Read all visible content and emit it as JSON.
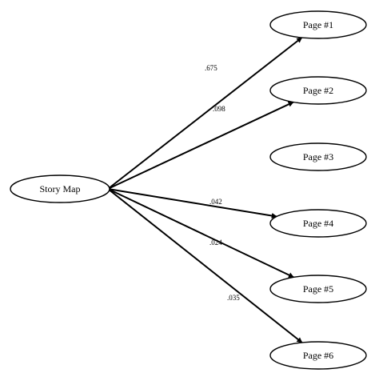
{
  "diagram": {
    "source": {
      "id": "story-map",
      "label": "Story Map"
    },
    "targets": [
      {
        "id": "page-1",
        "label": "Page #1"
      },
      {
        "id": "page-2",
        "label": "Page #2"
      },
      {
        "id": "page-3",
        "label": "Page #3"
      },
      {
        "id": "page-4",
        "label": "Page #4"
      },
      {
        "id": "page-5",
        "label": "Page #5"
      },
      {
        "id": "page-6",
        "label": "Page #6"
      }
    ],
    "edges": [
      {
        "from": "story-map",
        "to": "page-1",
        "weight": ".675"
      },
      {
        "from": "story-map",
        "to": "page-2",
        "weight": ".098"
      },
      {
        "from": "story-map",
        "to": "page-4",
        "weight": ".042"
      },
      {
        "from": "story-map",
        "to": "page-5",
        "weight": ".024"
      },
      {
        "from": "story-map",
        "to": "page-6",
        "weight": ".035"
      }
    ]
  }
}
